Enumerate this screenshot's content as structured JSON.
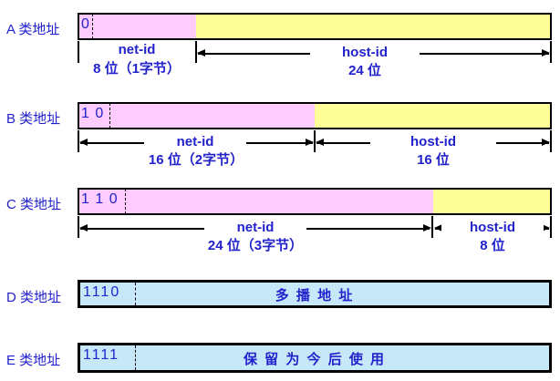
{
  "colors": {
    "net_fill": "#FFCCFF",
    "host_fill": "#FFFF99",
    "special_fill": "#C7E8F9",
    "text_blue": "#2222CC",
    "border": "#000000"
  },
  "rows": [
    {
      "id": "A",
      "label": "A 类地址",
      "prefix": "0",
      "net": {
        "name": "net-id",
        "size": "8 位（1字节）"
      },
      "host": {
        "name": "host-id",
        "size": "24 位"
      }
    },
    {
      "id": "B",
      "label": "B 类地址",
      "prefix": "1 0",
      "net": {
        "name": "net-id",
        "size": "16 位（2字节）"
      },
      "host": {
        "name": "host-id",
        "size": "16 位"
      }
    },
    {
      "id": "C",
      "label": "C 类地址",
      "prefix": "1 1 0",
      "net": {
        "name": "net-id",
        "size": "24 位（3字节）"
      },
      "host": {
        "name": "host-id",
        "size": "8 位"
      }
    },
    {
      "id": "D",
      "label": "D 类地址",
      "prefix": "1110",
      "content": "多 播 地 址"
    },
    {
      "id": "E",
      "label": "E 类地址",
      "prefix": "1111",
      "content": "保 留 为 今 后 使 用"
    }
  ]
}
